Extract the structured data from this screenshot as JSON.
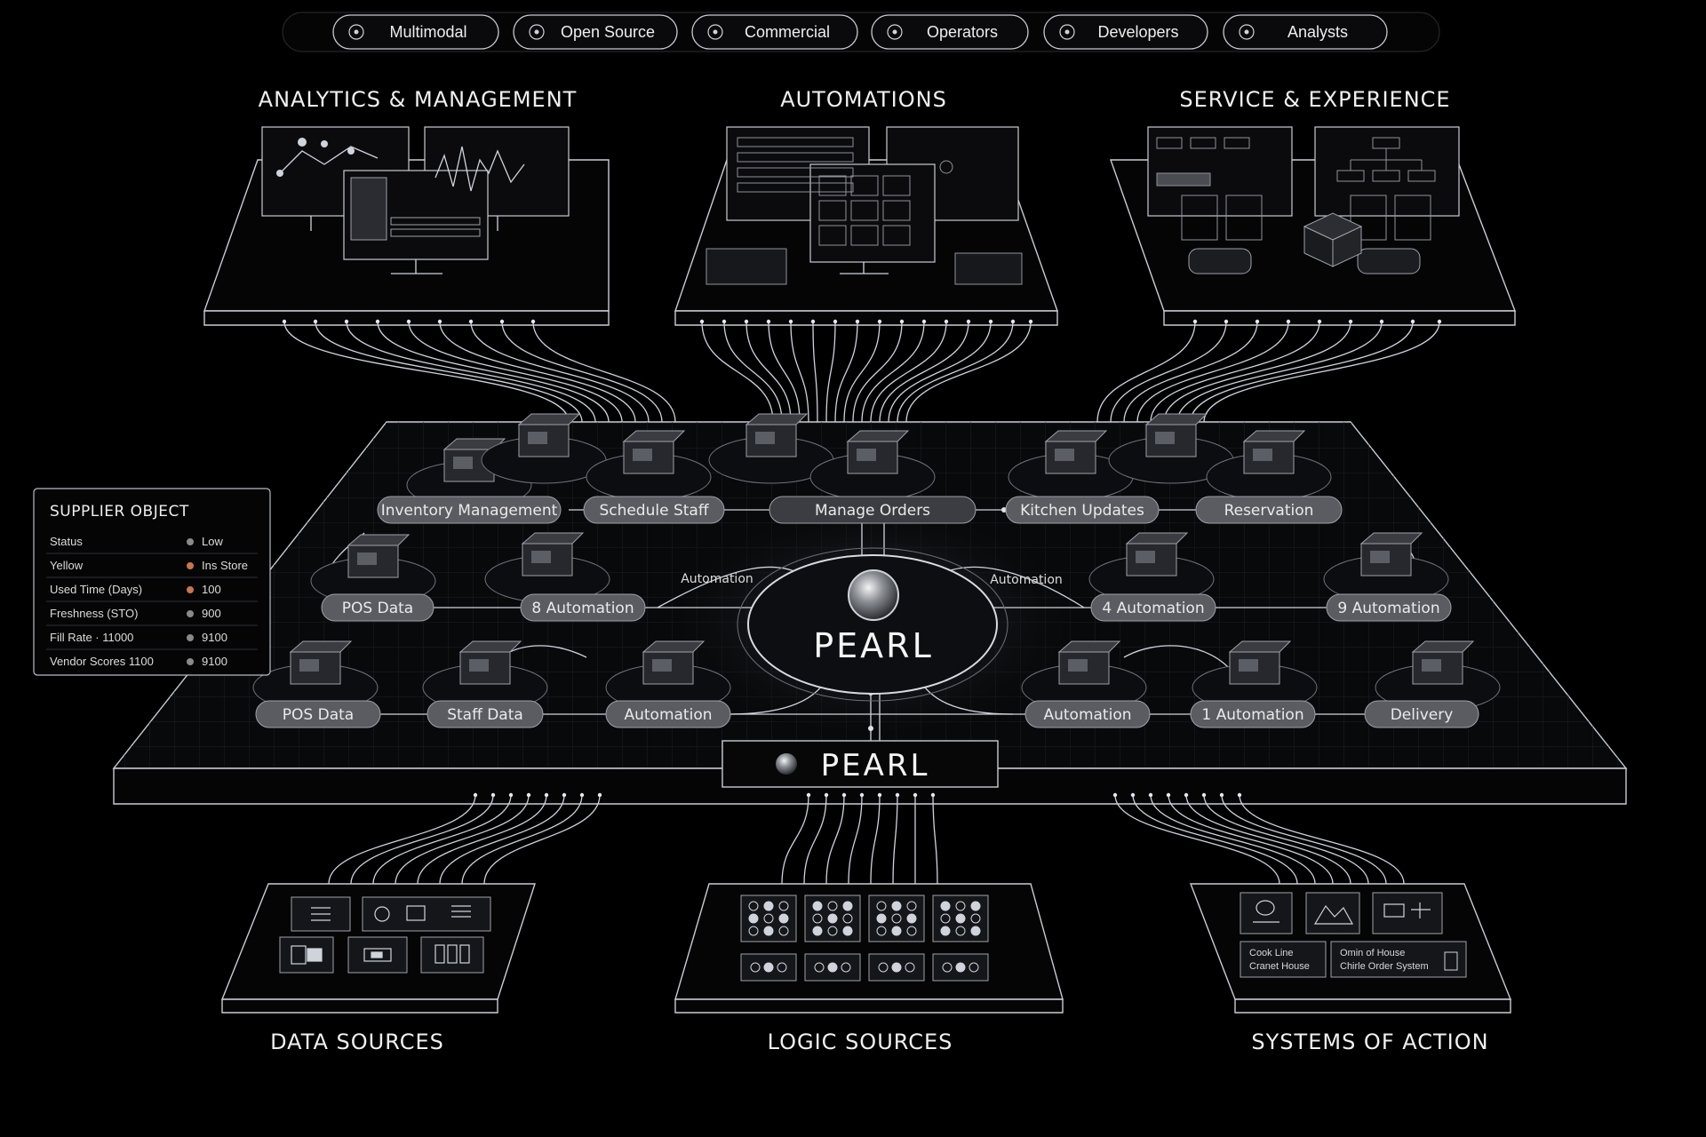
{
  "top_tabs": [
    {
      "label": "Multimodal",
      "icon": "sparkle-icon"
    },
    {
      "label": "Open Source",
      "icon": "branch-icon"
    },
    {
      "label": "Commercial",
      "icon": "people-icon"
    },
    {
      "label": "Operators",
      "icon": "search-icon"
    },
    {
      "label": "Developers",
      "icon": "circle-c-icon"
    },
    {
      "label": "Analysts",
      "icon": "circle-c-icon"
    }
  ],
  "sections": {
    "analytics": "ANALYTICS & MANAGEMENT",
    "automations": "AUTOMATIONS",
    "service": "SERVICE & EXPERIENCE",
    "data_sources": "DATA SOURCES",
    "logic_sources": "LOGIC SOURCES",
    "systems_of_action": "SYSTEMS OF ACTION"
  },
  "nodes_row1": [
    "Inventory Management",
    "Schedule Staff",
    "Manage Orders",
    "Kitchen Updates",
    "Reservation"
  ],
  "nodes_row2": [
    "POS Data",
    "8 Automation",
    "4 Automation",
    "9 Automation"
  ],
  "nodes_row3": [
    "POS Data",
    "Staff Data",
    "Automation",
    "Automation",
    "1 Automation",
    "Delivery"
  ],
  "automation_labels": [
    "Automation",
    "Automation"
  ],
  "pearl_center": "PEARL",
  "pearl_bottom": "PEARL",
  "supplier": {
    "title": "SUPPLIER OBJECT",
    "rows": [
      {
        "label": "Status",
        "value": "Low",
        "color": "#8a8a8a"
      },
      {
        "label": "Yellow",
        "value": "Ins Store",
        "color": "#c9774a"
      },
      {
        "label": "Used Time (Days)",
        "value": "100",
        "color": "#c9774a"
      },
      {
        "label": "Freshness (STO)",
        "value": "900",
        "color": "#8a8a8a"
      },
      {
        "label": "Fill Rate · 11000",
        "value": "9100",
        "color": "#8a8a8a"
      },
      {
        "label": "Vendor Scores 1100",
        "value": "9100",
        "color": "#8a8a8a"
      }
    ]
  },
  "systems_cards": {
    "card1_line1": "Cook Line",
    "card1_line2": "Cranet House",
    "card2_line1": "Omin of House",
    "card2_line2": "Chirle Order System"
  },
  "colors": {
    "background": "#000000",
    "line": "#cfd4dc",
    "pill": "#5a5c62",
    "accent_orange": "#c9774a"
  }
}
